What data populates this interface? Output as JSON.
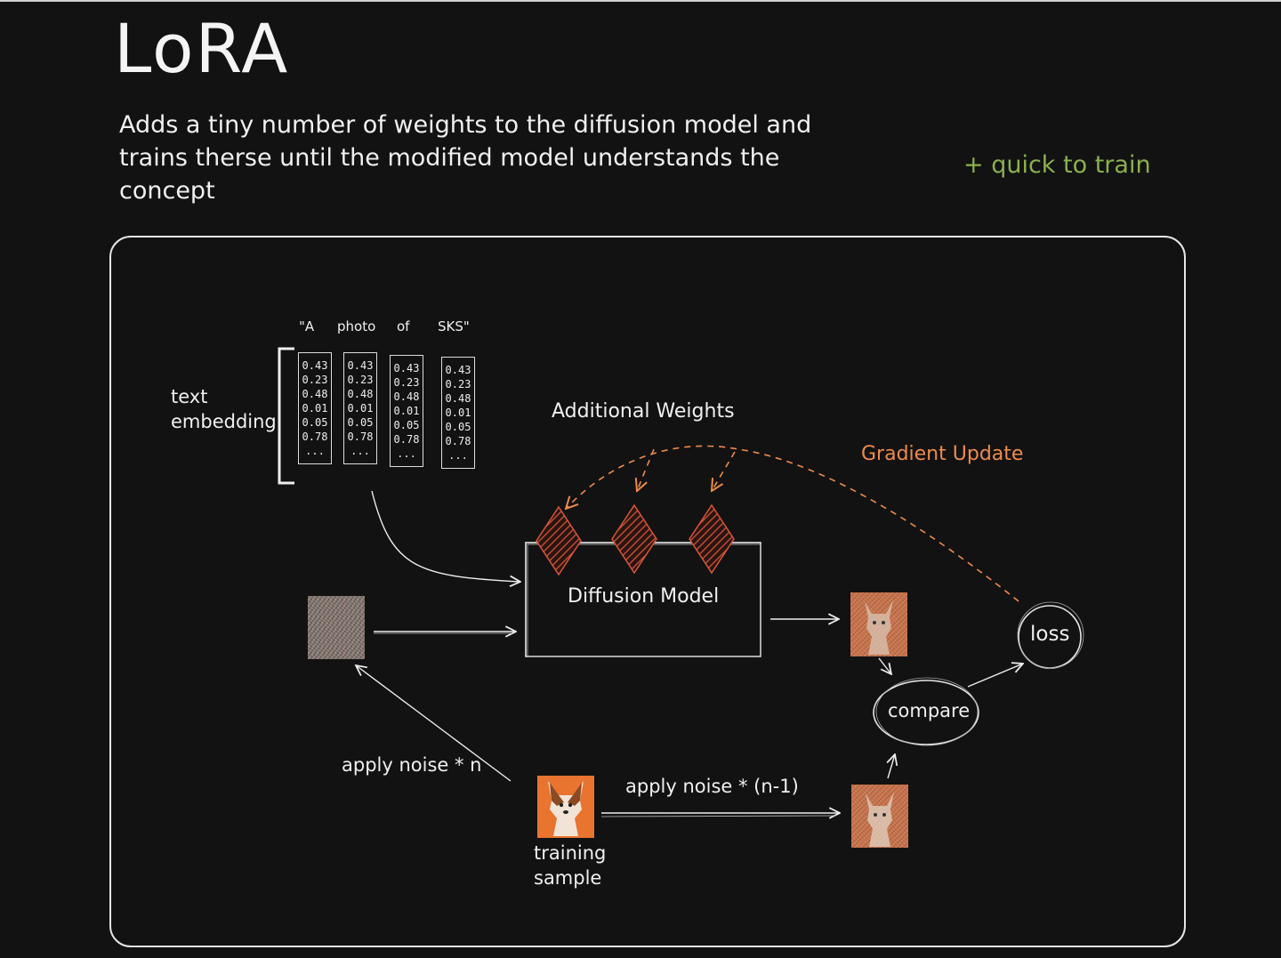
{
  "title": "LoRA",
  "description": "Adds a tiny number of weights to the diffusion model and trains therse until the modified model understands the concept",
  "pro_note": "+ quick to train",
  "tokens": [
    "\"A",
    "photo",
    "of",
    "SKS\""
  ],
  "embedding_label": "text embedding",
  "embedding_values": [
    "0.43",
    "0.23",
    "0.48",
    "0.01",
    "0.05",
    "0.78",
    "..."
  ],
  "additional_weights_label": "Additional Weights",
  "gradient_update_label": "Gradient Update",
  "diffusion_model_label": "Diffusion Model",
  "training_sample_label": "training sample",
  "apply_noise_n": "apply noise * n",
  "apply_noise_n1": "apply noise * (n-1)",
  "compare_label": "compare",
  "loss_label": "loss",
  "colors": {
    "background": "#121212",
    "foreground": "#f0f0f0",
    "accent_green": "#8bb04e",
    "accent_orange": "#f08a4a"
  }
}
